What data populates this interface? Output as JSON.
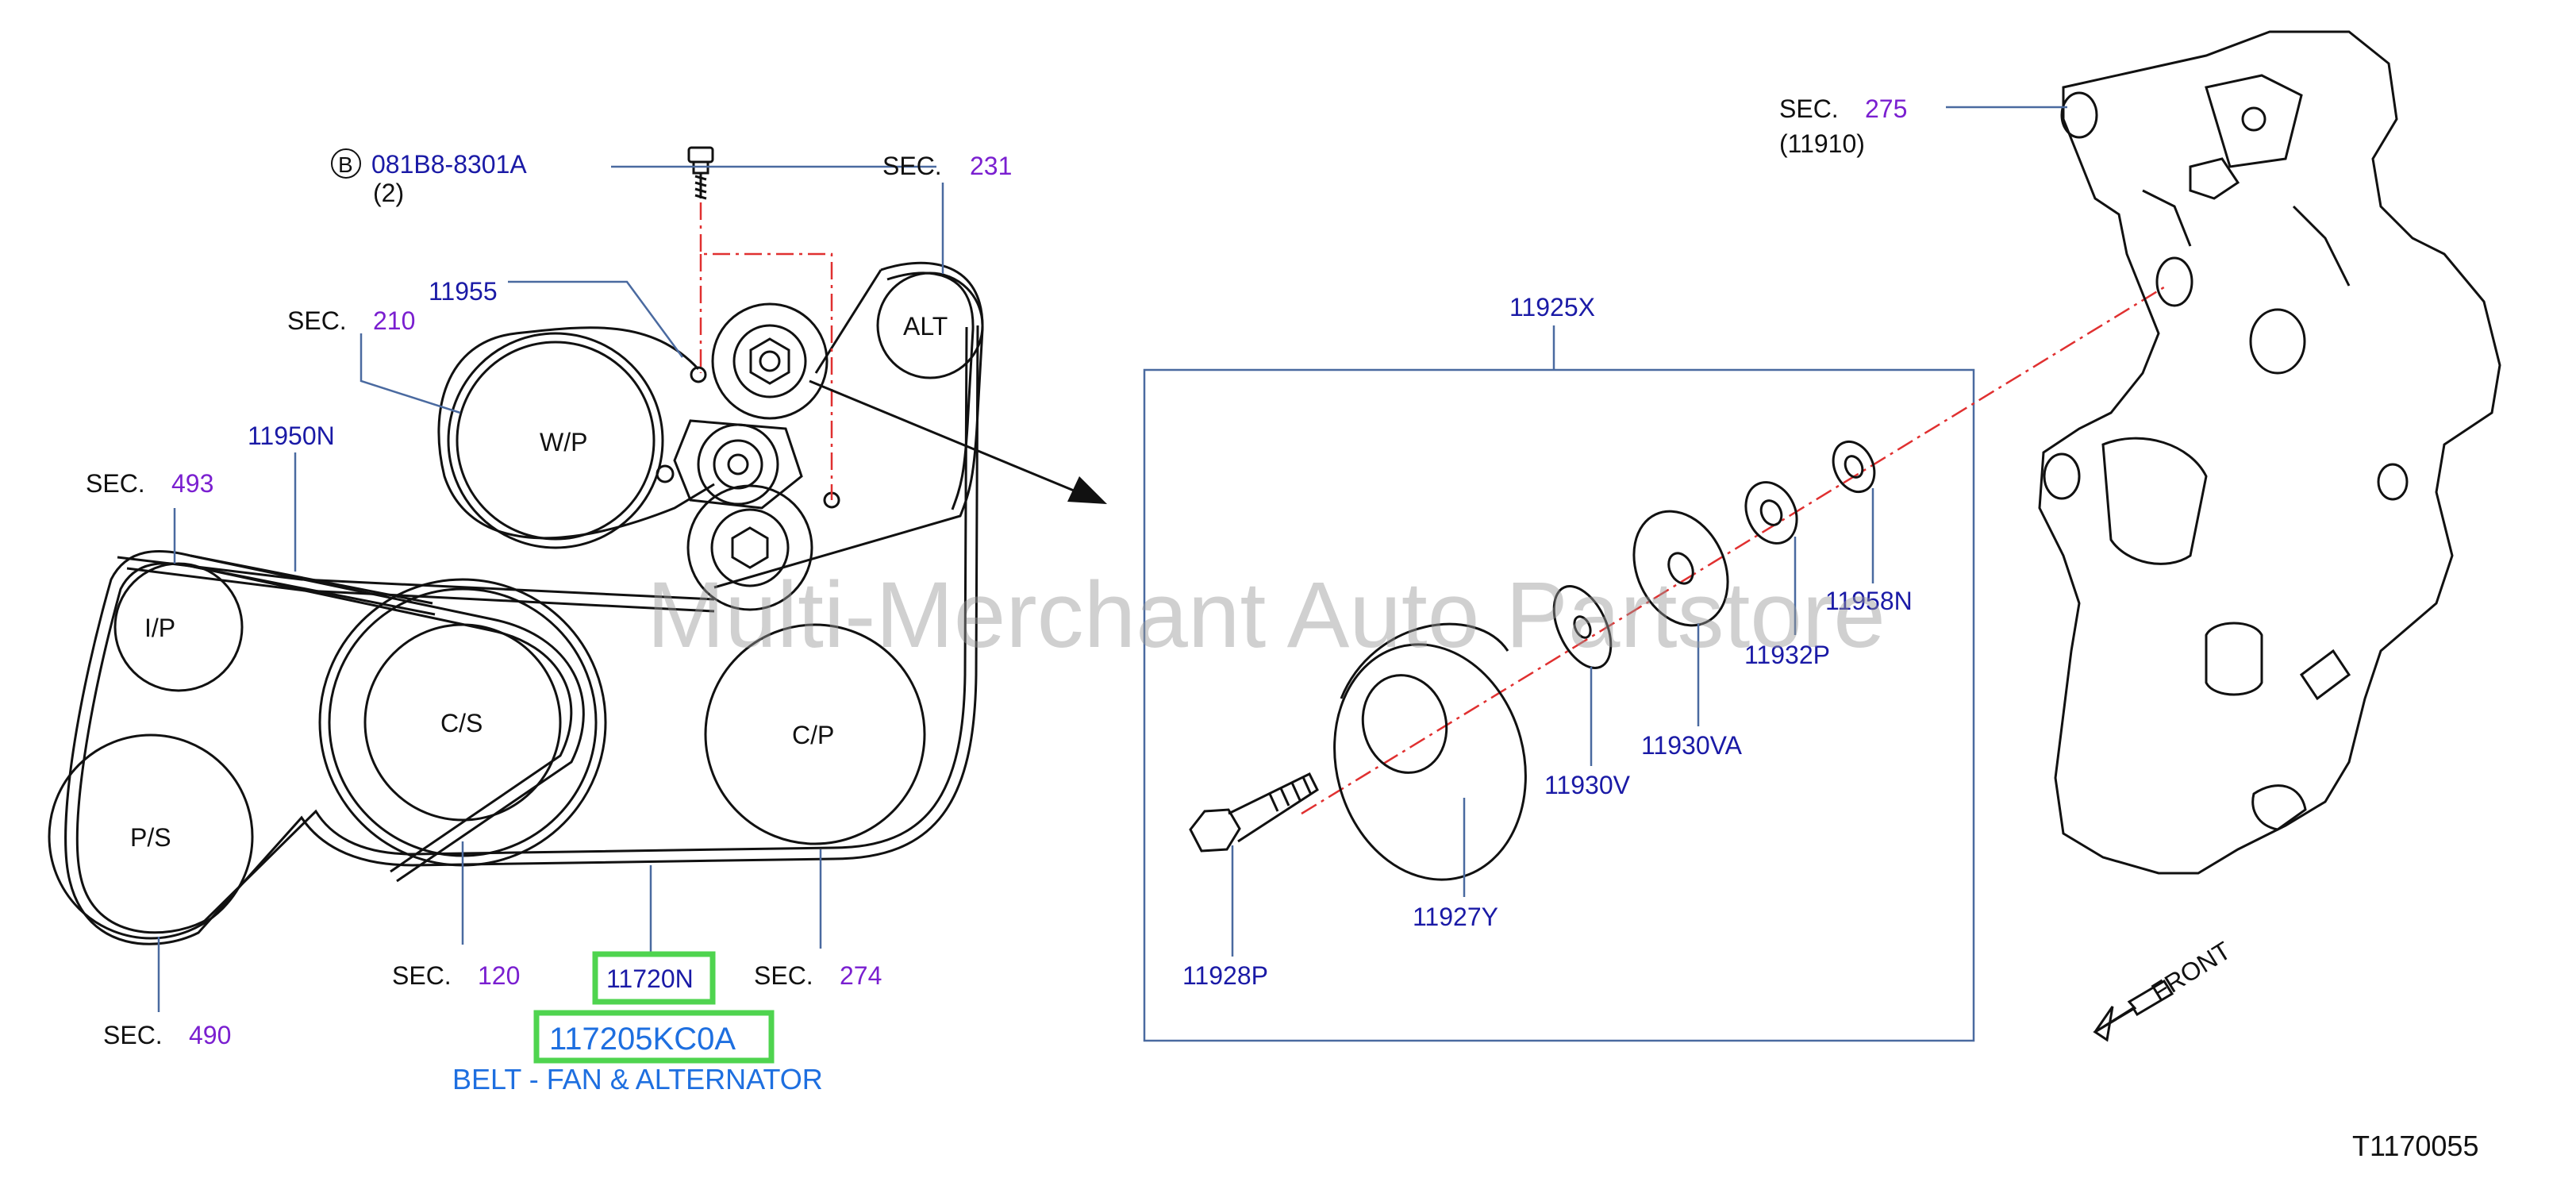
{
  "drawing_id": "T1170055",
  "watermark": "Multi-Merchant Auto Partstore",
  "bolt_callout": {
    "symbol": "B",
    "part": "081B8-8301A",
    "qty": "(2)"
  },
  "sec_labels": [
    {
      "key": "sec231",
      "prefix": "SEC.",
      "number": "231"
    },
    {
      "key": "sec210",
      "prefix": "SEC.",
      "number": "210"
    },
    {
      "key": "sec493",
      "prefix": "SEC.",
      "number": "493"
    },
    {
      "key": "sec120",
      "prefix": "SEC.",
      "number": "120"
    },
    {
      "key": "sec274",
      "prefix": "SEC.",
      "number": "274"
    },
    {
      "key": "sec490",
      "prefix": "SEC.",
      "number": "490"
    },
    {
      "key": "sec275",
      "prefix": "SEC.",
      "number": "275",
      "sub": "(11910)"
    }
  ],
  "pulley_labels": {
    "alt": "ALT",
    "wp": "W/P",
    "ip": "I/P",
    "cs": "C/S",
    "ps": "P/S",
    "cp": "C/P"
  },
  "part_numbers": {
    "p11955": "11955",
    "p11950N": "11950N",
    "p11925X": "11925X",
    "p11958N": "11958N",
    "p11932P": "11932P",
    "p11930VA": "11930VA",
    "p11930V": "11930V",
    "p11927Y": "11927Y",
    "p11928P": "11928P"
  },
  "belt_callout": {
    "ref": "11720N",
    "part": "117205KC0A",
    "description": "BELT - FAN & ALTERNATOR"
  },
  "front_label": "FRONT"
}
